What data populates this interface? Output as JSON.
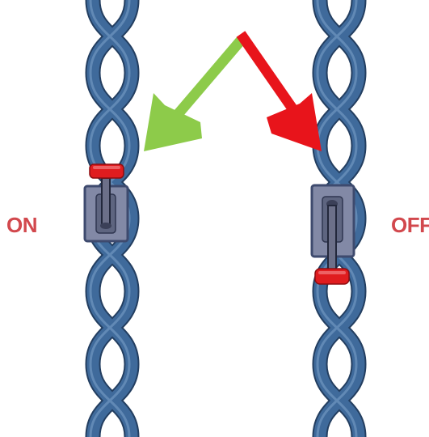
{
  "labels": {
    "on": "ON",
    "off": "OFF"
  },
  "colors": {
    "strand": "#3F6A9B",
    "strand_highlight": "#7EA3CB",
    "strand_outline": "#233E60",
    "label_red": "#D2484D",
    "arrow_green": "#8DCB4A",
    "arrow_red": "#E8141B",
    "switch_plate": "#8289A6",
    "switch_plate_border": "#3E4A6E",
    "switch_handle_red": "#E01C1F",
    "background": "#FFFFFF"
  },
  "switches": [
    {
      "name": "left-switch",
      "state": "on"
    },
    {
      "name": "right-switch",
      "state": "off"
    }
  ]
}
